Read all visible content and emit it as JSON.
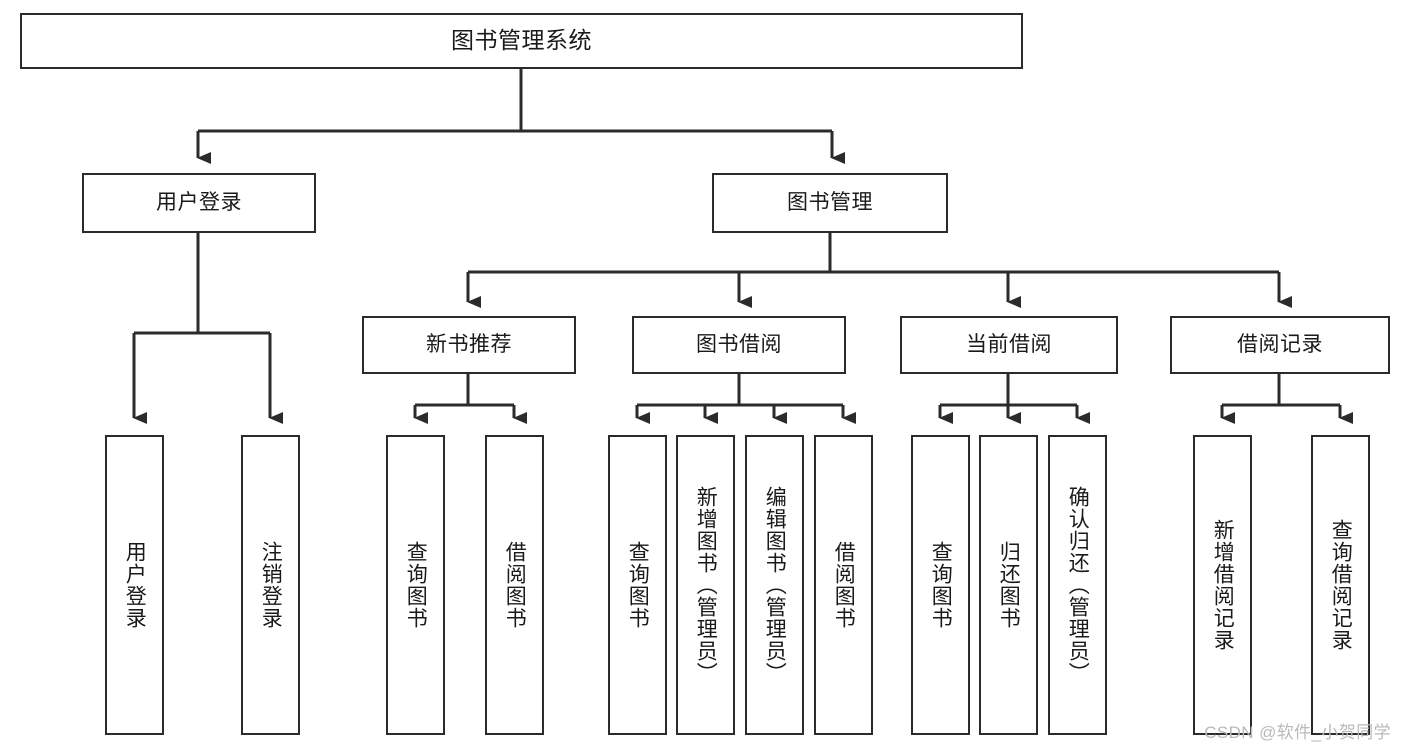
{
  "diagram": {
    "title": "图书管理系统",
    "type": "hierarchy-tree",
    "root": {
      "id": "root",
      "label": "图书管理系统"
    },
    "tier2": [
      {
        "id": "user-login",
        "label": "用户登录"
      },
      {
        "id": "book-manage",
        "label": "图书管理"
      }
    ],
    "tier3": [
      {
        "id": "new-book-rec",
        "label": "新书推荐",
        "parent": "book-manage"
      },
      {
        "id": "book-borrow",
        "label": "图书借阅",
        "parent": "book-manage"
      },
      {
        "id": "current-borrow",
        "label": "当前借阅",
        "parent": "book-manage"
      },
      {
        "id": "borrow-record",
        "label": "借阅记录",
        "parent": "book-manage"
      }
    ],
    "leaves": [
      {
        "id": "leaf-user-login",
        "label": "用户登录",
        "parent": "user-login"
      },
      {
        "id": "leaf-logout",
        "label": "注销登录",
        "parent": "user-login"
      },
      {
        "id": "leaf-query-book-1",
        "label": "查询图书",
        "parent": "new-book-rec"
      },
      {
        "id": "leaf-borrow-book-1",
        "label": "借阅图书",
        "parent": "new-book-rec"
      },
      {
        "id": "leaf-query-book-2",
        "label": "查询图书",
        "parent": "book-borrow"
      },
      {
        "id": "leaf-add-book",
        "label": "新增图书（管理员）",
        "parent": "book-borrow"
      },
      {
        "id": "leaf-edit-book",
        "label": "编辑图书（管理员）",
        "parent": "book-borrow"
      },
      {
        "id": "leaf-borrow-book-2",
        "label": "借阅图书",
        "parent": "book-borrow"
      },
      {
        "id": "leaf-query-book-3",
        "label": "查询图书",
        "parent": "current-borrow"
      },
      {
        "id": "leaf-return-book",
        "label": "归还图书",
        "parent": "current-borrow"
      },
      {
        "id": "leaf-confirm-return",
        "label": "确认归还（管理员）",
        "parent": "current-borrow"
      },
      {
        "id": "leaf-add-record",
        "label": "新增借阅记录",
        "parent": "borrow-record"
      },
      {
        "id": "leaf-query-record",
        "label": "查询借阅记录",
        "parent": "borrow-record"
      }
    ]
  },
  "watermark": {
    "text": "CSDN @软件_小贺同学"
  },
  "colors": {
    "stroke": "#2b2b2b",
    "background": "#ffffff",
    "text": "#1a1a1a",
    "watermark": "#b9b9b9"
  }
}
